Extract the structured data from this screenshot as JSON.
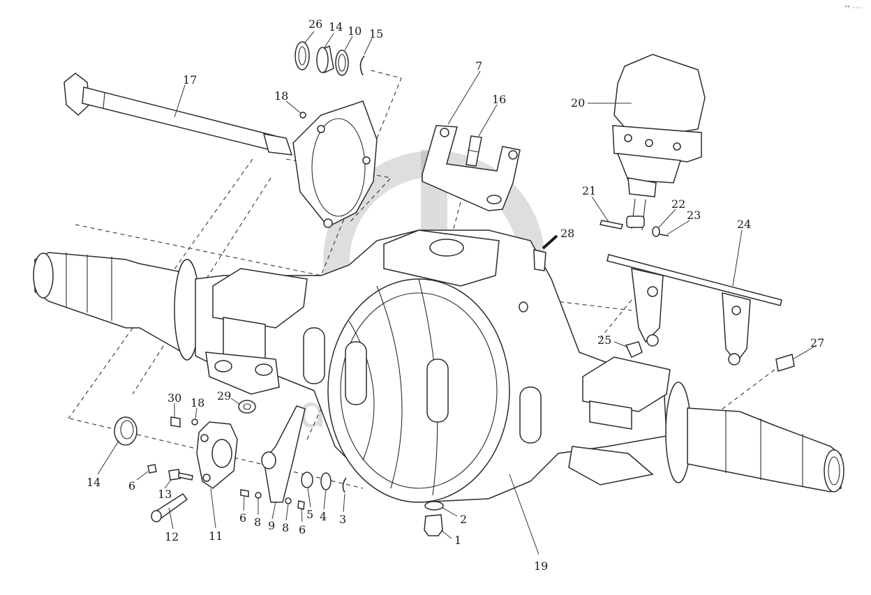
{
  "watermark": {
    "text": "data-parts"
  },
  "corner_mark": "°° ◦◦◦",
  "callouts": [
    {
      "id": "c26",
      "label": "26"
    },
    {
      "id": "c14a",
      "label": "14"
    },
    {
      "id": "c10",
      "label": "10"
    },
    {
      "id": "c15",
      "label": "15"
    },
    {
      "id": "c17",
      "label": "17"
    },
    {
      "id": "c18a",
      "label": "18"
    },
    {
      "id": "c7",
      "label": "7"
    },
    {
      "id": "c16",
      "label": "16"
    },
    {
      "id": "c20",
      "label": "20"
    },
    {
      "id": "c21",
      "label": "21"
    },
    {
      "id": "c22",
      "label": "22"
    },
    {
      "id": "c23",
      "label": "23"
    },
    {
      "id": "c24",
      "label": "24"
    },
    {
      "id": "c28",
      "label": "28"
    },
    {
      "id": "c25",
      "label": "25"
    },
    {
      "id": "c27",
      "label": "27"
    },
    {
      "id": "c30",
      "label": "30"
    },
    {
      "id": "c18b",
      "label": "18"
    },
    {
      "id": "c29",
      "label": "29"
    },
    {
      "id": "c14b",
      "label": "14"
    },
    {
      "id": "c6a",
      "label": "6"
    },
    {
      "id": "c13",
      "label": "13"
    },
    {
      "id": "c12",
      "label": "12"
    },
    {
      "id": "c11",
      "label": "11"
    },
    {
      "id": "c6b",
      "label": "6"
    },
    {
      "id": "c8a",
      "label": "8"
    },
    {
      "id": "c9",
      "label": "9"
    },
    {
      "id": "c8b",
      "label": "8"
    },
    {
      "id": "c6c",
      "label": "6"
    },
    {
      "id": "c5",
      "label": "5"
    },
    {
      "id": "c4",
      "label": "4"
    },
    {
      "id": "c3",
      "label": "3"
    },
    {
      "id": "c2",
      "label": "2"
    },
    {
      "id": "c1",
      "label": "1"
    },
    {
      "id": "c19",
      "label": "19"
    }
  ]
}
